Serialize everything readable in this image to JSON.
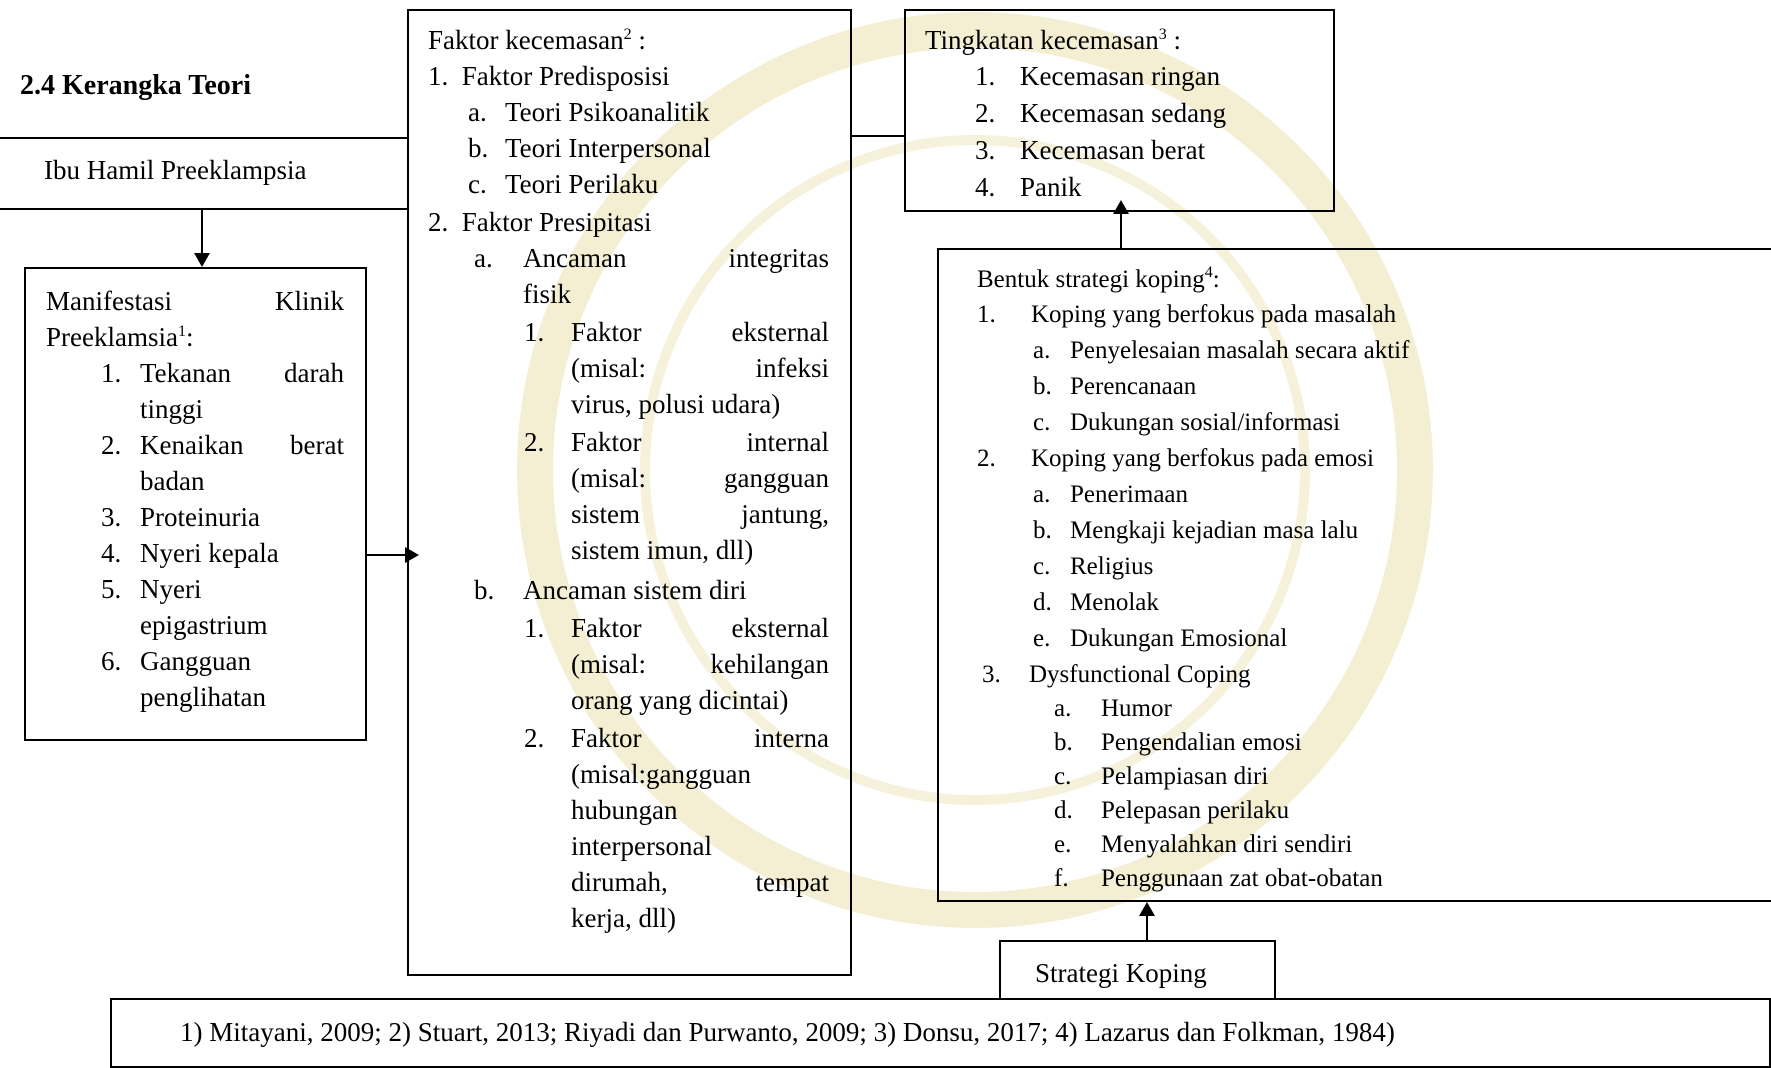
{
  "section_title": "2.4 Kerangka Teori",
  "ibu_box": {
    "label": "Ibu Hamil Preeklampsia"
  },
  "manifestasi": {
    "title_w1": "Manifestasi",
    "title_w2": "Klinik",
    "title_line2": "Preeklamsia",
    "title_ref": "1",
    "title_suffix": ":",
    "items": [
      {
        "num": "1.",
        "lines": [
          "Tekanan darah",
          "tinggi"
        ]
      },
      {
        "num": "2.",
        "lines": [
          "Kenaikan berat",
          "badan"
        ]
      },
      {
        "num": "3.",
        "lines": [
          "Proteinuria"
        ]
      },
      {
        "num": "4.",
        "lines": [
          "Nyeri kepala"
        ]
      },
      {
        "num": "5.",
        "lines": [
          "Nyeri",
          "epigastrium"
        ]
      },
      {
        "num": "6.",
        "lines": [
          "Gangguan",
          "penglihatan"
        ]
      }
    ]
  },
  "faktor": {
    "title": "Faktor kecemasan",
    "title_ref": "2",
    "title_suffix": " :",
    "p1": "1.",
    "p1_label": "Faktor Predisposisi",
    "p1_items": [
      {
        "letter": "a.",
        "text": "Teori Psikoanalitik"
      },
      {
        "letter": "b.",
        "text": "Teori Interpersonal"
      },
      {
        "letter": "c.",
        "text": "Teori Perilaku"
      }
    ],
    "p2": "2.",
    "p2_label": "Faktor Presipitasi",
    "a_letter": "a.",
    "a_line1_w1": "Ancaman",
    "a_line1_w2": "integritas",
    "a_line2": "fisik",
    "a1_num": "1.",
    "a1_l1_w1": "Faktor",
    "a1_l1_w2": "eksternal",
    "a1_l2_w1": "(misal:",
    "a1_l2_w2": "infeksi",
    "a1_l3": "virus, polusi udara)",
    "a2_num": "2.",
    "a2_l1_w1": "Faktor",
    "a2_l1_w2": "internal",
    "a2_l2_w1": "(misal:",
    "a2_l2_w2": "gangguan",
    "a2_l3_w1": "sistem",
    "a2_l3_w2": "jantung,",
    "a2_l4": "sistem imun, dll)",
    "b_letter": "b.",
    "b_line1": "Ancaman sistem diri",
    "b1_num": "1.",
    "b1_l1_w1": "Faktor",
    "b1_l1_w2": "eksternal",
    "b1_l2_w1": "(misal:",
    "b1_l2_w2": "kehilangan",
    "b1_l3": "orang yang dicintai)",
    "b2_num": "2.",
    "b2_l1_w1": "Faktor",
    "b2_l1_w2": "interna",
    "b2_l2": "(misal:gangguan",
    "b2_l3": "hubungan",
    "b2_l4": "interpersonal",
    "b2_l5_w1": "dirumah,",
    "b2_l5_w2": "tempat",
    "b2_l6": "kerja, dll)"
  },
  "tingkatan": {
    "title": "Tingkatan kecemasan",
    "title_ref": "3",
    "title_suffix": " :",
    "items": [
      {
        "num": "1.",
        "text": "Kecemasan ringan"
      },
      {
        "num": "2.",
        "text": "Kecemasan sedang"
      },
      {
        "num": "3.",
        "text": "Kecemasan berat"
      },
      {
        "num": "4.",
        "text": "Panik"
      }
    ]
  },
  "bentuk": {
    "title": "Bentuk strategi koping",
    "title_ref": "4",
    "title_suffix": ":",
    "g1_num": "1.",
    "g1_label": "Koping yang berfokus pada masalah",
    "g1_items": [
      {
        "letter": "a.",
        "text": "Penyelesaian masalah secara aktif"
      },
      {
        "letter": "b.",
        "text": "Perencanaan"
      },
      {
        "letter": "c.",
        "text": "Dukungan sosial/informasi"
      }
    ],
    "g2_num": "2.",
    "g2_label": "Koping yang berfokus pada emosi",
    "g2_items": [
      {
        "letter": "a.",
        "text": "Penerimaan"
      },
      {
        "letter": "b.",
        "text": "Mengkaji kejadian masa lalu"
      },
      {
        "letter": "c.",
        "text": "Religius"
      },
      {
        "letter": "d.",
        "text": "Menolak"
      },
      {
        "letter": "e.",
        "text": "Dukungan Emosional"
      }
    ],
    "g3_num": "3.",
    "g3_label": "Dysfunctional Coping",
    "g3_items": [
      {
        "letter": "a.",
        "text": "Humor"
      },
      {
        "letter": "b.",
        "text": "Pengendalian emosi"
      },
      {
        "letter": "c.",
        "text": "Pelampiasan diri"
      },
      {
        "letter": "d.",
        "text": "Pelepasan perilaku"
      },
      {
        "letter": "e.",
        "text": "Menyalahkan diri sendiri"
      },
      {
        "letter": "f.",
        "text": "Penggunaan zat obat-obatan"
      }
    ]
  },
  "strategi_box": {
    "label": "Strategi Koping"
  },
  "references": "1)  Mitayani, 2009; 2) Stuart, 2013; Riyadi dan Purwanto, 2009; 3) Donsu, 2017; 4) Lazarus dan Folkman, 1984)",
  "colors": {
    "line": "#000000",
    "watermark": "#f3ecc8"
  }
}
